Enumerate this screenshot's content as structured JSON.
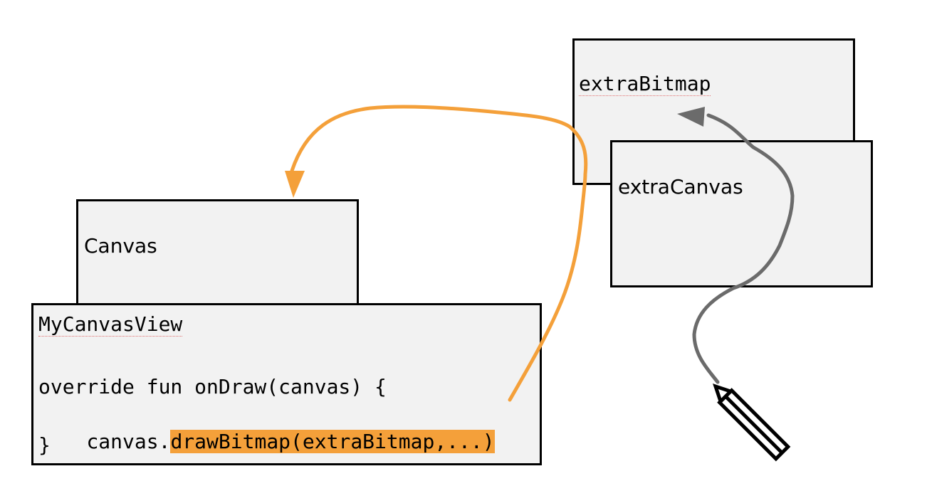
{
  "colors": {
    "box_fill": "#f2f2f2",
    "box_border": "#000000",
    "orange_arrow": "#f4a03a",
    "gray_arrow": "#6b6b6b",
    "highlight": "#f4a03a"
  },
  "boxes": {
    "extra_bitmap": {
      "label": "extraBitmap"
    },
    "extra_canvas": {
      "label": "extraCanvas"
    },
    "canvas": {
      "label": "Canvas"
    },
    "my_canvas_view": {
      "title": "MyCanvasView",
      "code": {
        "line1": "override fun onDraw(canvas) {",
        "line2_prefix": "canvas.",
        "line2_highlight": "drawBitmap(extraBitmap,...)",
        "line3": "}"
      }
    }
  },
  "arrows": [
    {
      "name": "draw-bitmap-arrow",
      "from": "drawBitmap(extraBitmap,...)",
      "to": "Canvas",
      "color": "orange"
    },
    {
      "name": "pencil-draw-arrow",
      "from": "pencil",
      "to": "extraBitmap",
      "color": "gray"
    }
  ],
  "icons": {
    "pencil": "pencil-icon"
  }
}
